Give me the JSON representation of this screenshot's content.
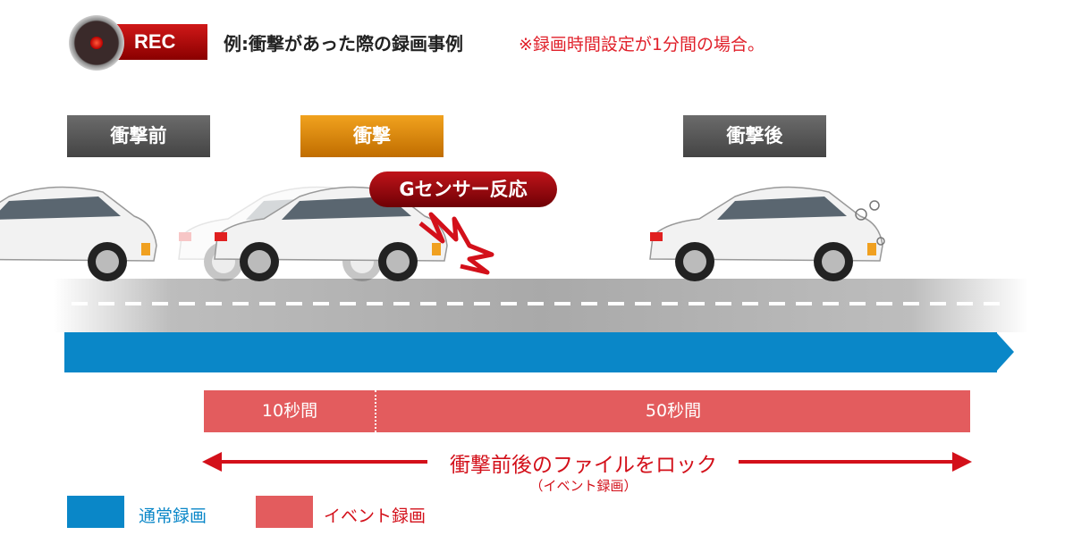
{
  "header": {
    "rec_label": "REC",
    "title": "例:衝撃があった際の録画事例",
    "note": "※録画時間設定が1分間の場合。"
  },
  "phases": {
    "before": "衝撃前",
    "impact": "衝撃",
    "after": "衝撃後"
  },
  "bubble": "Gセンサー反応",
  "timeline": {
    "seg_before": "10秒間",
    "seg_after": "50秒間",
    "lock_label": "衝撃前後のファイルをロック",
    "lock_sub": "（イベント録画）"
  },
  "legend": [
    {
      "label": "通常録画",
      "color": "#0a87c8"
    },
    {
      "label": "イベント録画",
      "color": "#e35c5e"
    }
  ]
}
